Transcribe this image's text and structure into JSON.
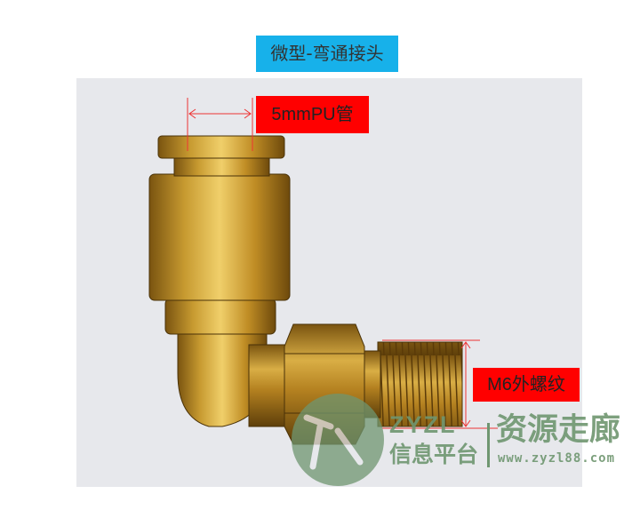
{
  "title": "微型-弯通接头",
  "labels": {
    "tube": "5mmPU管",
    "thread": "M6外螺纹"
  },
  "watermark": {
    "brand": "ZYZL",
    "sub": "信息平台",
    "name": "资源走廊",
    "url": "www.zyzl88.com"
  },
  "colors": {
    "title_bg": "#17b1ea",
    "label_bg": "#ff0000",
    "brass": "#c8972a",
    "dimension": "#ee3333"
  }
}
